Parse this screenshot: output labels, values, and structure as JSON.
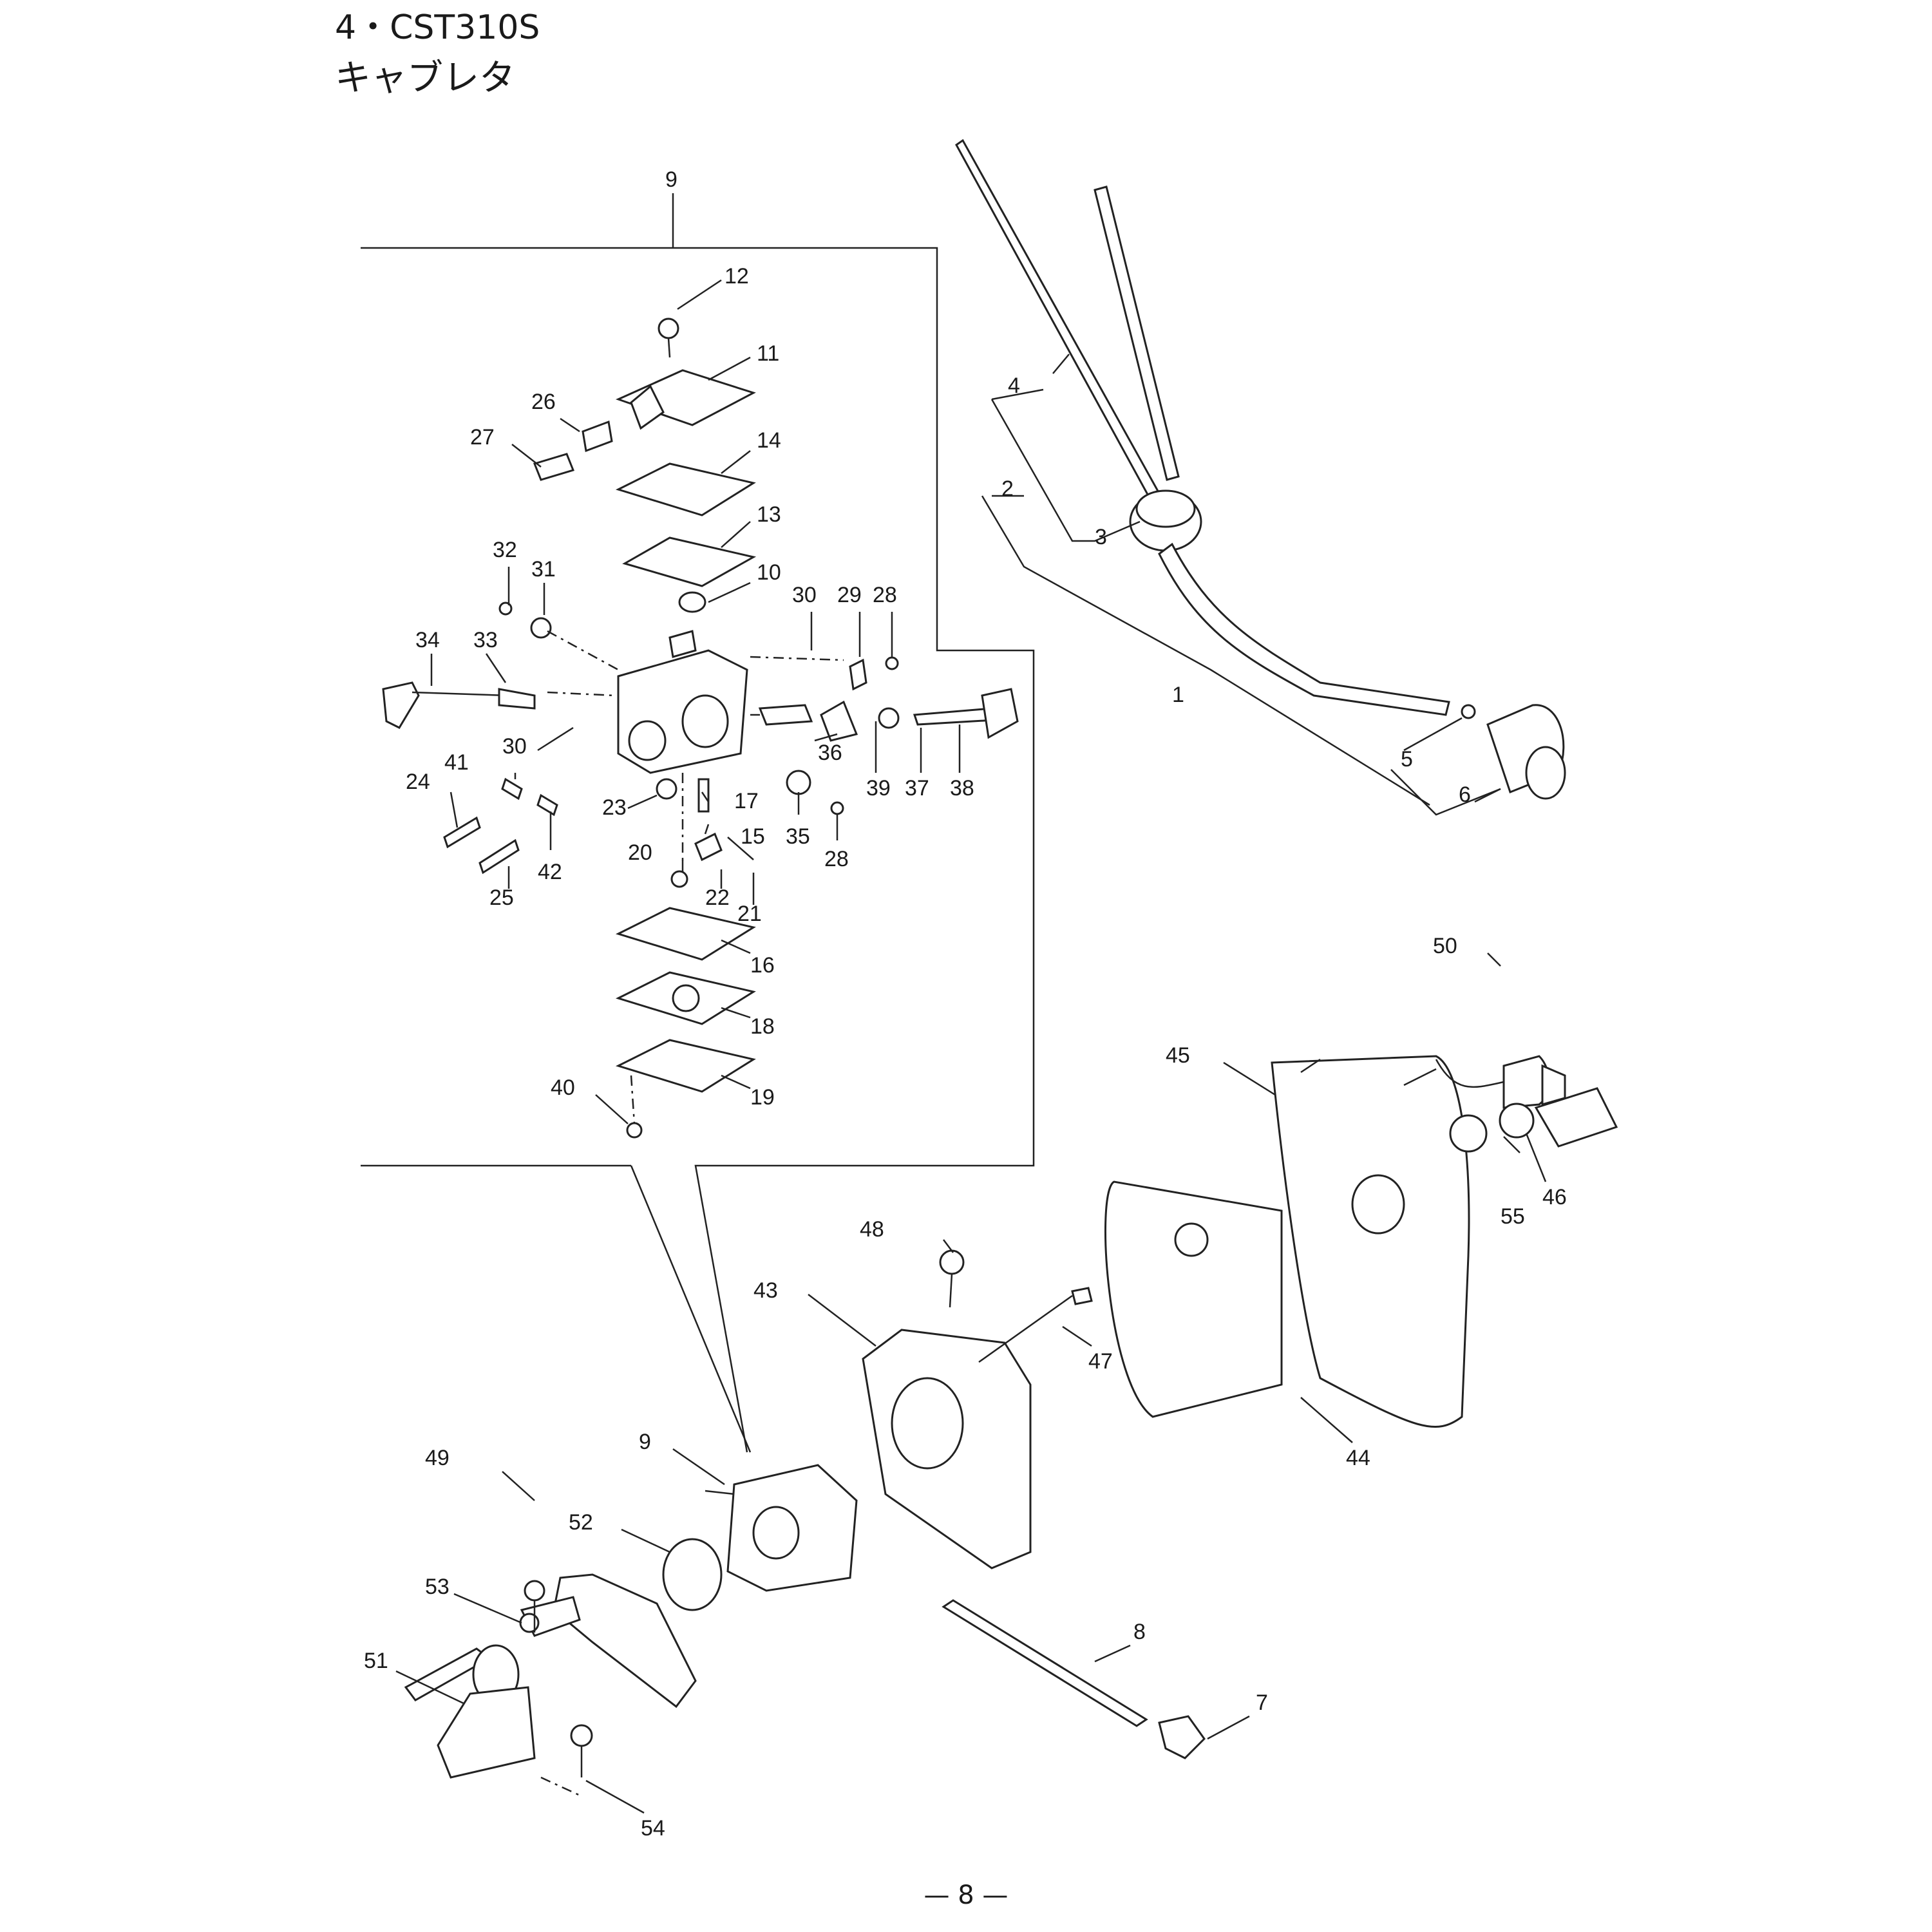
{
  "header": {
    "model": "4・CST310S",
    "section": "キャブレタ"
  },
  "diagram": {
    "callouts": [
      "1",
      "2",
      "3",
      "4",
      "5",
      "6",
      "7",
      "8",
      "9",
      "9",
      "10",
      "11",
      "12",
      "13",
      "14",
      "15",
      "16",
      "17",
      "18",
      "19",
      "20",
      "21",
      "22",
      "23",
      "24",
      "25",
      "26",
      "27",
      "28",
      "28",
      "29",
      "30",
      "30",
      "31",
      "32",
      "33",
      "34",
      "35",
      "36",
      "37",
      "38",
      "39",
      "40",
      "41",
      "42",
      "43",
      "44",
      "45",
      "46",
      "47",
      "48",
      "49",
      "50",
      "51",
      "52",
      "53",
      "54",
      "55"
    ]
  },
  "footer": {
    "page_number": "— 8 —"
  }
}
